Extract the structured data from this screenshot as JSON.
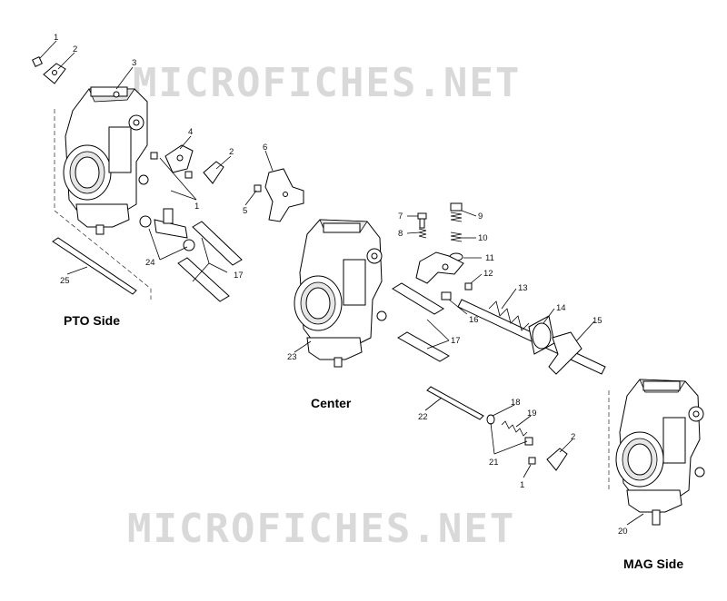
{
  "watermarks": [
    "MICROFICHES.NET",
    "MICROFICHES.NET"
  ],
  "side_labels": {
    "pto": "PTO Side",
    "center": "Center",
    "mag": "MAG Side"
  },
  "callouts": [
    {
      "id": "c1a",
      "text": "1"
    },
    {
      "id": "c2a",
      "text": "2"
    },
    {
      "id": "c3",
      "text": "3"
    },
    {
      "id": "c4",
      "text": "4"
    },
    {
      "id": "c2b",
      "text": "2"
    },
    {
      "id": "c1b",
      "text": "1"
    },
    {
      "id": "c6",
      "text": "6"
    },
    {
      "id": "c5",
      "text": "5"
    },
    {
      "id": "c7",
      "text": "7"
    },
    {
      "id": "c8",
      "text": "8"
    },
    {
      "id": "c9",
      "text": "9"
    },
    {
      "id": "c10",
      "text": "10"
    },
    {
      "id": "c11",
      "text": "11"
    },
    {
      "id": "c12",
      "text": "12"
    },
    {
      "id": "c13",
      "text": "13"
    },
    {
      "id": "c14",
      "text": "14"
    },
    {
      "id": "c15",
      "text": "15"
    },
    {
      "id": "c16",
      "text": "16"
    },
    {
      "id": "c17a",
      "text": "17"
    },
    {
      "id": "c17b",
      "text": "17"
    },
    {
      "id": "c24",
      "text": "24"
    },
    {
      "id": "c25",
      "text": "25"
    },
    {
      "id": "c23",
      "text": "23"
    },
    {
      "id": "c22",
      "text": "22"
    },
    {
      "id": "c18",
      "text": "18"
    },
    {
      "id": "c19",
      "text": "19"
    },
    {
      "id": "c21",
      "text": "21"
    },
    {
      "id": "c2c",
      "text": "2"
    },
    {
      "id": "c1c",
      "text": "1"
    },
    {
      "id": "c20",
      "text": "20"
    }
  ]
}
